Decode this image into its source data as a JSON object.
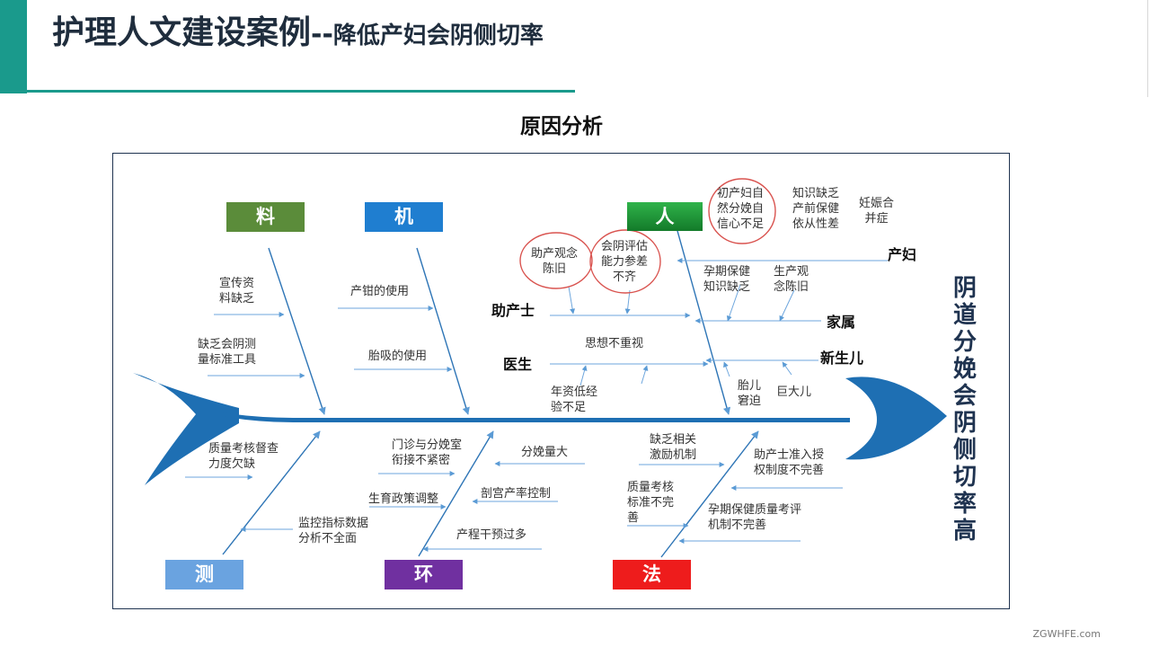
{
  "title": {
    "main": "护理人文建设案例",
    "separator": "--",
    "sub": "降低产妇会阴侧切率"
  },
  "section_title": "原因分析",
  "effect": "阴道分娩会阴侧切率高",
  "categories": {
    "material": "料",
    "machine": "机",
    "people": "人",
    "measure": "测",
    "environment": "环",
    "method": "法"
  },
  "causes": {
    "material": [
      "宣传资\n料缺乏",
      "缺乏会阴测\n量标准工具"
    ],
    "machine": [
      "产钳的使用",
      "胎吸的使用"
    ],
    "people": {
      "circled": [
        "初产妇自\n然分娩自\n信心不足",
        "助产观念\n陈旧",
        "会阴评估\n能力参差\n不齐"
      ],
      "maternal_label": "产妇",
      "maternal": [
        "知识缺乏\n产前保健\n依从性差",
        "妊娠合\n并症"
      ],
      "family_label": "家属",
      "family": [
        "孕期保健\n知识缺乏",
        "生产观\n念陈旧"
      ],
      "newborn_label": "新生儿",
      "newborn": [
        "胎儿\n窘迫",
        "巨大儿"
      ],
      "midwife_label": "助产士",
      "doctor_label": "医生",
      "doctor": [
        "思想不重视",
        "年资低经\n验不足"
      ]
    },
    "measure": [
      "质量考核督查\n力度欠缺",
      "监控指标数据\n分析不全面"
    ],
    "environment": [
      "门诊与分娩室\n衔接不紧密",
      "分娩量大",
      "生育政策调整",
      "剖宫产率控制",
      "产程干预过多"
    ],
    "method": [
      "缺乏相关\n激励机制",
      "助产士准入授\n权制度不完善",
      "质量考核\n标准不完\n善",
      "孕期保健质量考评\n机制不完善"
    ]
  },
  "footer": "ZGWHFE.com",
  "colors": {
    "accent": "#1a9a8c",
    "spine": "#1e6fb3",
    "arrow": "#5b9bd5",
    "circle": "#d9534f",
    "material": "#5b8c3a",
    "machine": "#1f7ed0",
    "people": "#1f9a3a",
    "measure": "#6aa3e0",
    "environment": "#7030a0",
    "method": "#ee1c1c"
  }
}
